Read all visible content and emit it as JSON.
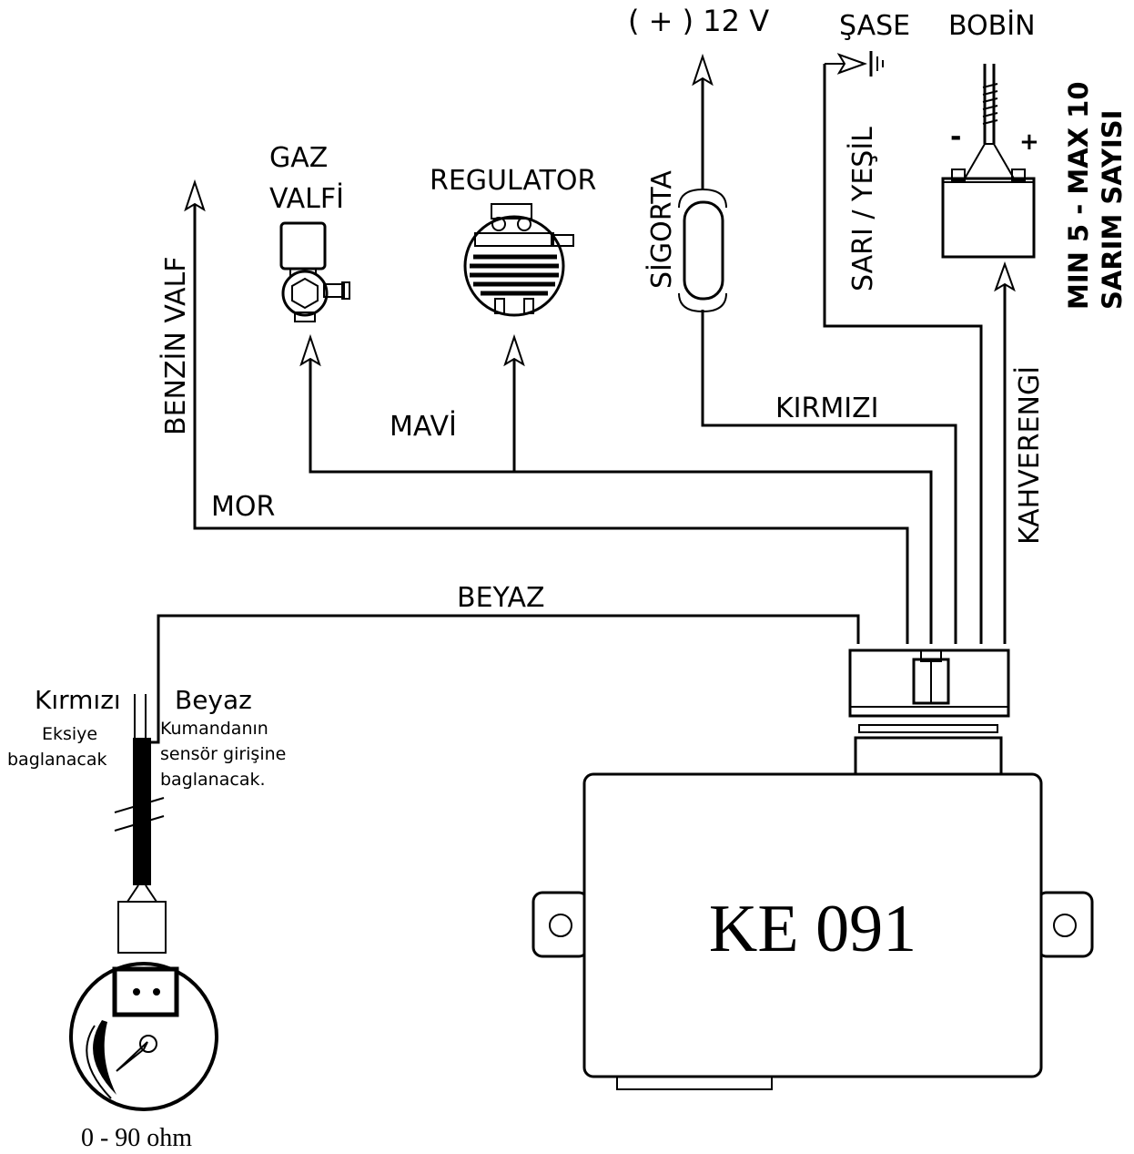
{
  "labels": {
    "power": "( + ) 12 V",
    "ground": "ŞASE",
    "coil": "BOBİN",
    "gas_valve_line1": "GAZ",
    "gas_valve_line2": "VALFİ",
    "regulator": "REGULATOR",
    "fuse": "SİGORTA",
    "yellow_green": "SARI / YEŞİL",
    "petrol_valve": "BENZİN VALF",
    "coil_minus": "-",
    "coil_plus": "+",
    "turns_line1": "MIN 5 - MAX 10",
    "turns_line2": "SARIM SAYISI",
    "wire_red": "KIRMIZI",
    "wire_blue": "MAVİ",
    "wire_purple": "MOR",
    "wire_white": "BEYAZ",
    "wire_brown": "KAHVERENGİ",
    "sensor_red": "Kırmızı",
    "sensor_red_note_1": "Eksiye",
    "sensor_red_note_2": "baglanacak",
    "sensor_white": "Beyaz",
    "sensor_white_note_1": "Kumandanın",
    "sensor_white_note_2": "sensör girişine",
    "sensor_white_note_3": "baglanacak.",
    "module": "KE 091",
    "resistance": "0 - 90 ohm"
  }
}
